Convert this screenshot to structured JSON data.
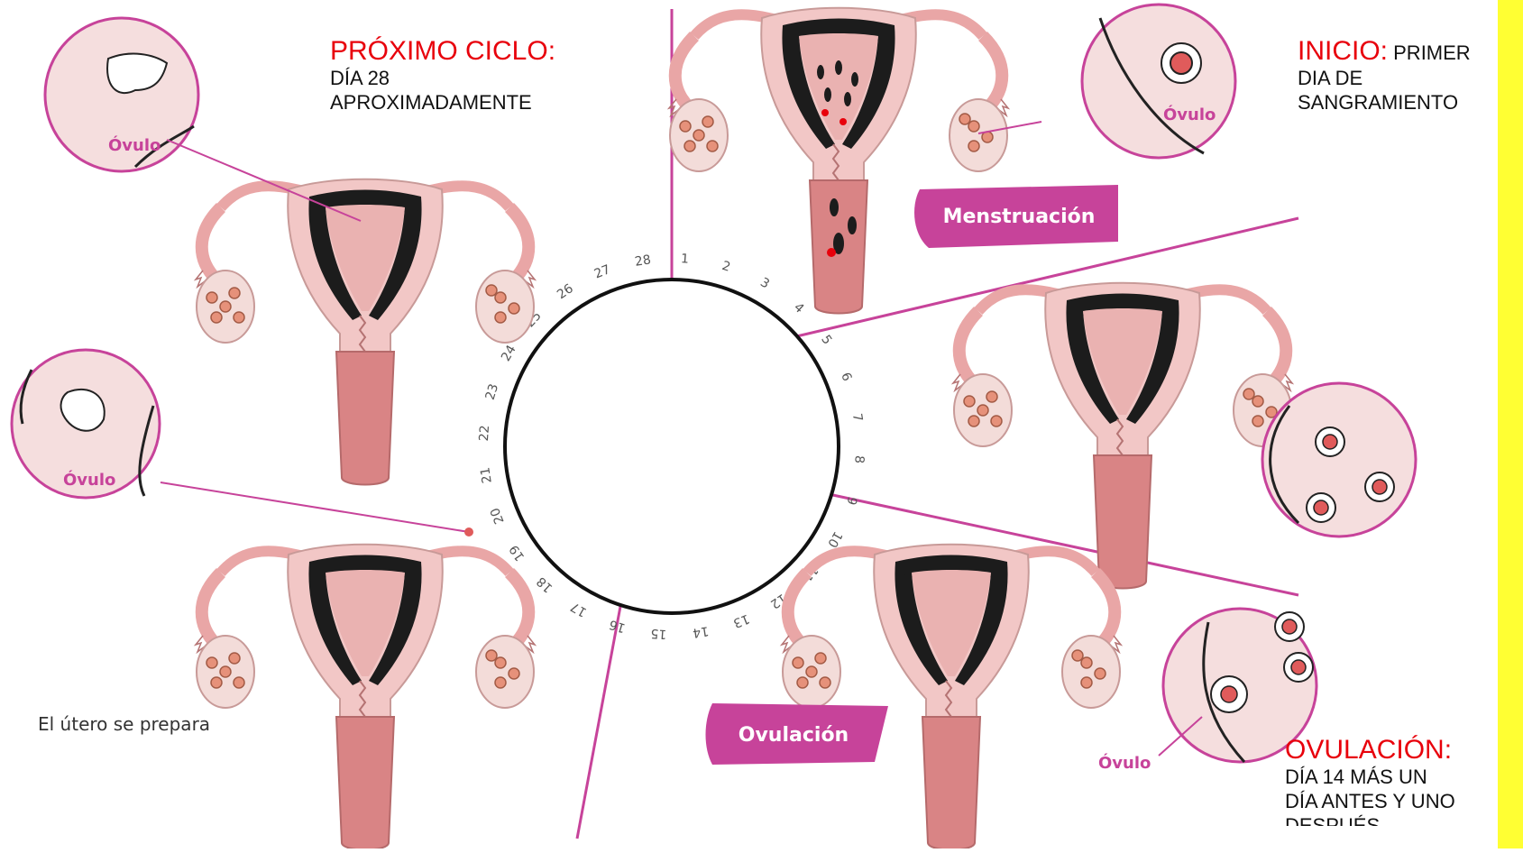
{
  "diagram": {
    "days": [
      "1",
      "2",
      "3",
      "4",
      "5",
      "6",
      "7",
      "8",
      "9",
      "10",
      "11",
      "12",
      "13",
      "14",
      "15",
      "16",
      "17",
      "18",
      "19",
      "20",
      "21",
      "22",
      "23",
      "24",
      "25",
      "26",
      "27",
      "28"
    ],
    "image_labels": {
      "ovulo_top_left": "Óvulo",
      "ovulo_mid_left": "Óvulo",
      "ovulo_top_right": "Óvulo",
      "ovulo_bottom_right": "Óvulo",
      "menstruacion": "Menstruación",
      "ovulacion": "Ovulación",
      "utero_prepara": "El útero se prepara"
    },
    "annotations": {
      "proximo": {
        "title": "PRÓXIMO CICLO:",
        "line1": "DÍA 28",
        "line2": "APROXIMADAMENTE"
      },
      "inicio": {
        "title": "INICIO:",
        "title_rest": " PRIMER",
        "line1": "DIA DE",
        "line2": "SANGRAMIENTO"
      },
      "ovulacion": {
        "title": "OVULACIÓN:",
        "line1": "DÍA 14 MÁS UN",
        "line2": "DÍA ANTES Y UNO",
        "line3": "DESPUÉS"
      }
    },
    "colors": {
      "magenta": "#c7439a",
      "pink_light": "#f2c7c6",
      "pink_mid": "#e9a6a6",
      "uterus_dark": "#1c1c1c",
      "egg_red": "#e05b5b",
      "highlight_yellow": "#ffff33",
      "title_red": "#e8000b"
    }
  }
}
